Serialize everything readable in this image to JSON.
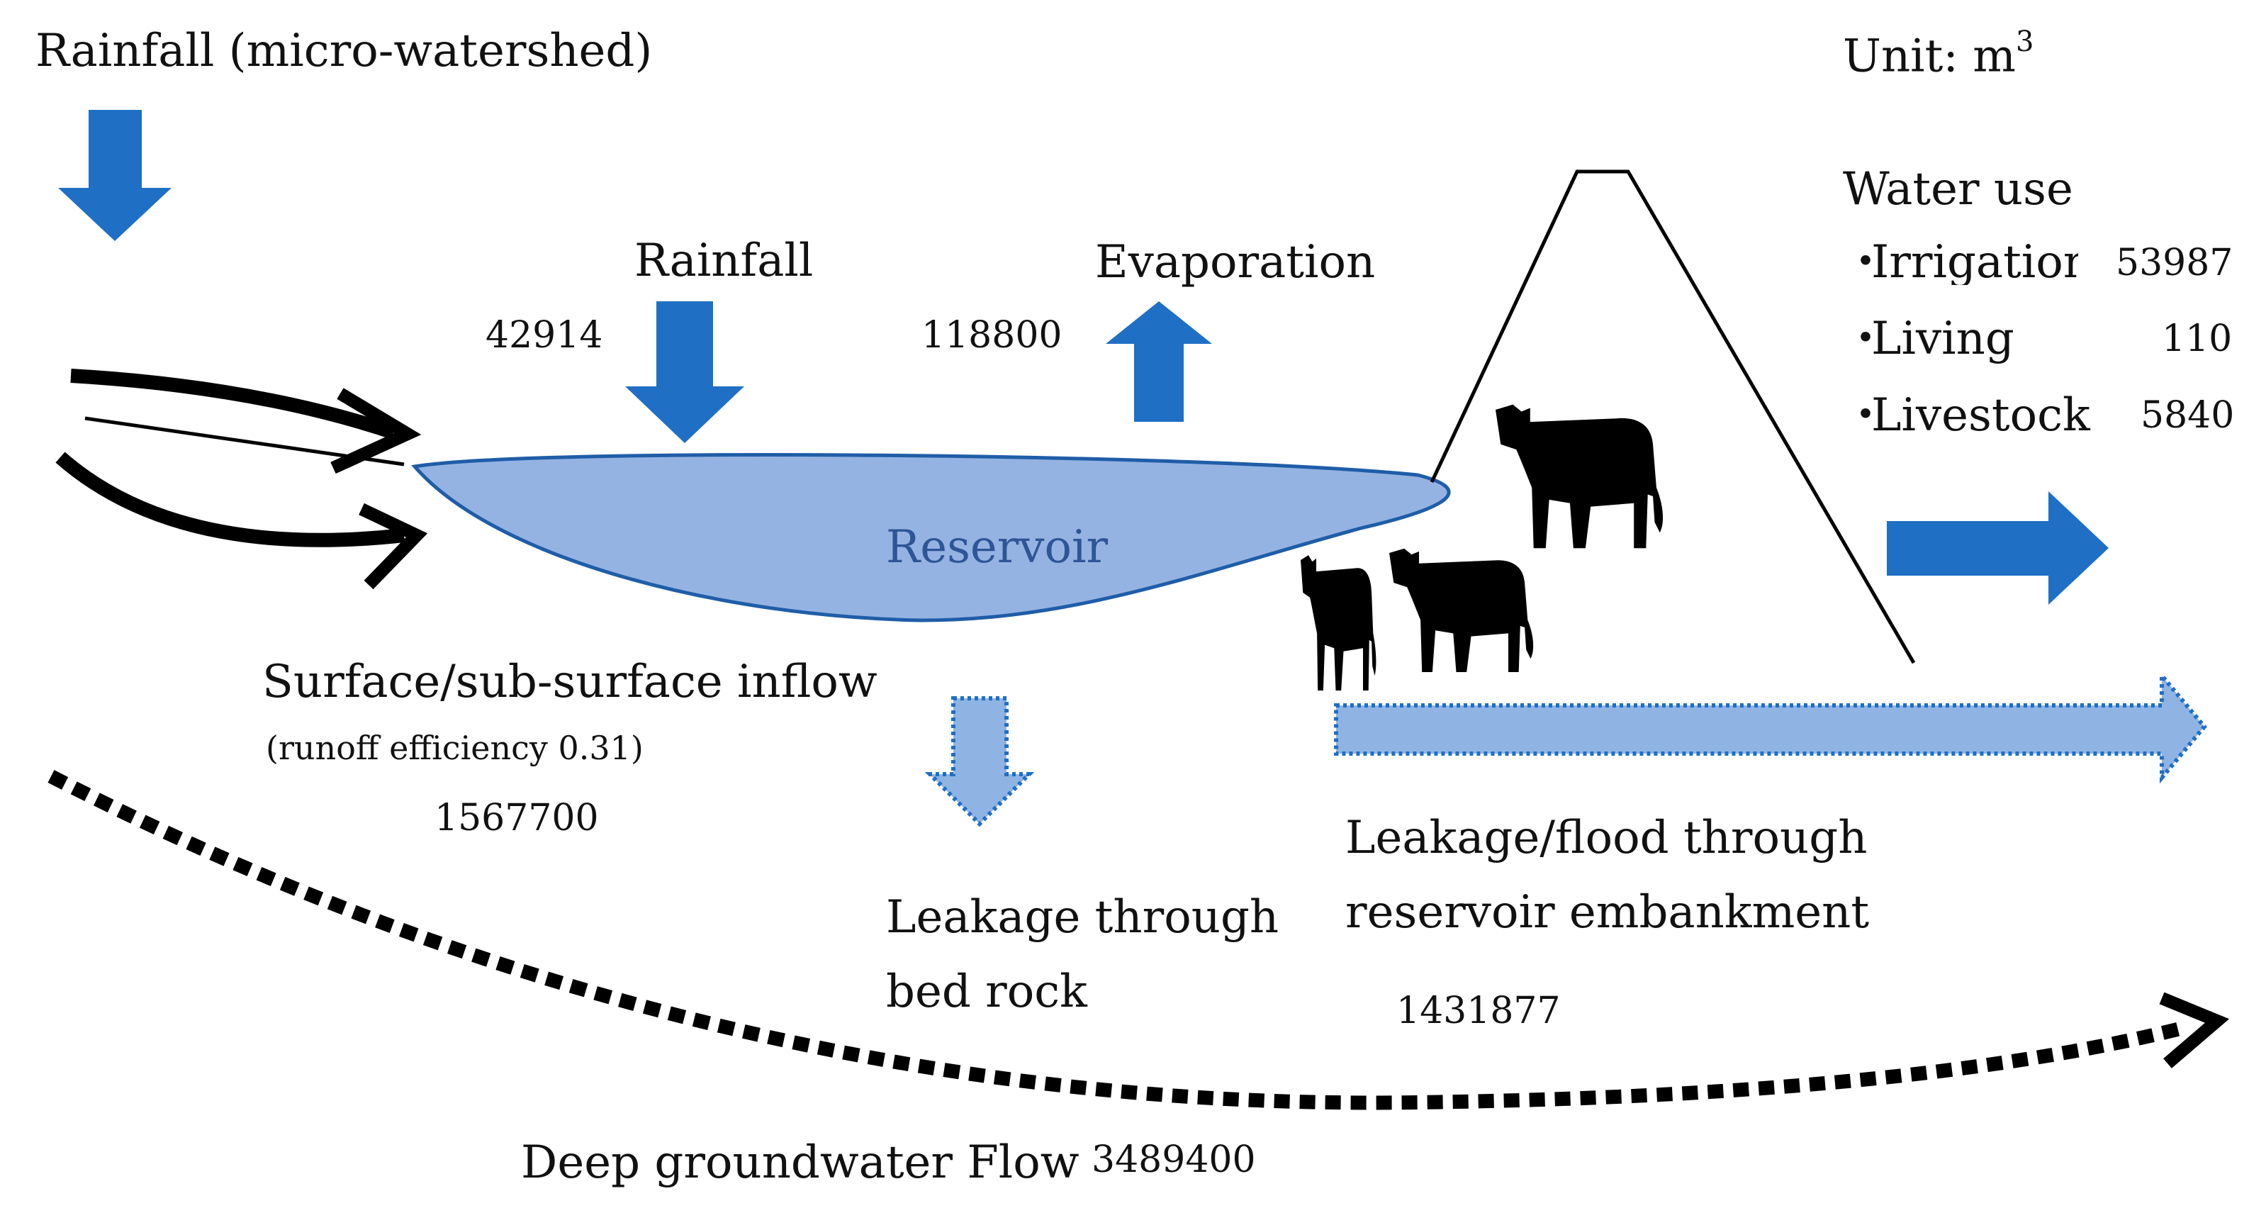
{
  "title": "Rainfall (micro-watershed)",
  "unit": {
    "label": "Unit: m",
    "superscript": "3"
  },
  "rainfall": {
    "label": "Rainfall",
    "value": "42914"
  },
  "evaporation": {
    "label": "Evaporation",
    "value": "118800"
  },
  "reservoir": {
    "label": "Reservoir"
  },
  "inflow": {
    "label": "Surface/sub-surface inflow",
    "note": "(runoff efficiency 0.31)",
    "value": "1567700"
  },
  "water_use": {
    "title": "Water use",
    "items": [
      {
        "bullet": "・",
        "label": "Irrigation",
        "value": "53987"
      },
      {
        "bullet": "・",
        "label": "Living",
        "value": "110"
      },
      {
        "bullet": "・",
        "label": "Livestock",
        "value": "5840"
      }
    ]
  },
  "leakage_bedrock": {
    "line1": "Leakage through",
    "line2": "bed rock"
  },
  "leakage_embankment": {
    "line1": "Leakage/flood through",
    "line2": "reservoir embankment",
    "value": "1431877"
  },
  "deep_groundwater": {
    "label": "Deep groundwater Flow",
    "value": "3489400"
  },
  "colors": {
    "arrow_blue": "#1f6fc5",
    "reservoir_fill": "#95b3e2",
    "reservoir_stroke": "#1f5da8",
    "leak_fill": "#8fb4e3",
    "reservoir_text": "#2f5597",
    "black": "#000000"
  },
  "icons": [
    "down-arrow-icon",
    "up-arrow-icon",
    "right-arrow-icon",
    "cow-icon",
    "embankment-shape"
  ]
}
